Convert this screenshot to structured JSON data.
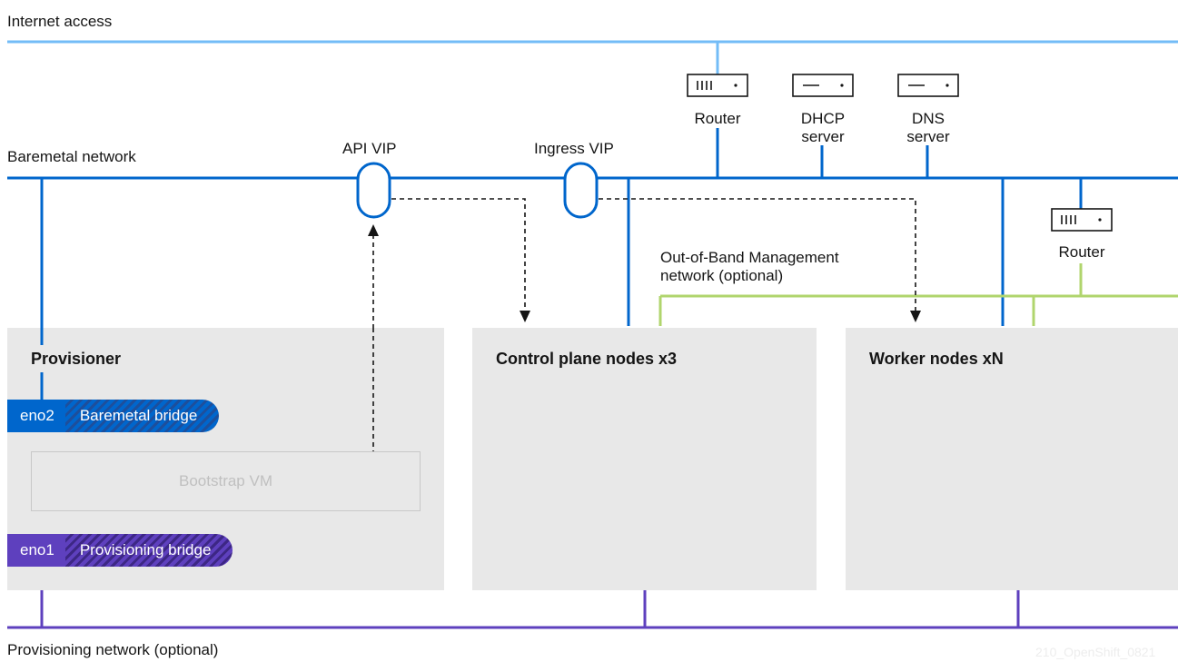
{
  "labels": {
    "internet": "Internet access",
    "baremetal_network": "Baremetal network",
    "provisioning_network": "Provisioning network (optional)",
    "oob_line1": "Out-of-Band Management",
    "oob_line2": "network (optional)",
    "api_vip": "API VIP",
    "ingress_vip": "Ingress VIP"
  },
  "devices": {
    "router_top": "Router",
    "dhcp_line1": "DHCP",
    "dhcp_line2": "server",
    "dns_line1": "DNS",
    "dns_line2": "server",
    "router_right": "Router"
  },
  "boxes": {
    "provisioner": "Provisioner",
    "control_plane": "Control plane nodes  x3",
    "workers": "Worker nodes  xN"
  },
  "bridges": {
    "baremetal_port": "eno2",
    "baremetal_name": "Baremetal bridge",
    "provisioning_port": "eno1",
    "provisioning_name": "Provisioning bridge"
  },
  "bootstrap_vm": "Bootstrap VM",
  "watermark": "210_OpenShift_0821",
  "colors": {
    "internet": "#73bcf7",
    "baremetal": "#0066cc",
    "provisioning": "#5e40be",
    "oob": "#b0d56d",
    "box": "#e8e8e8"
  }
}
